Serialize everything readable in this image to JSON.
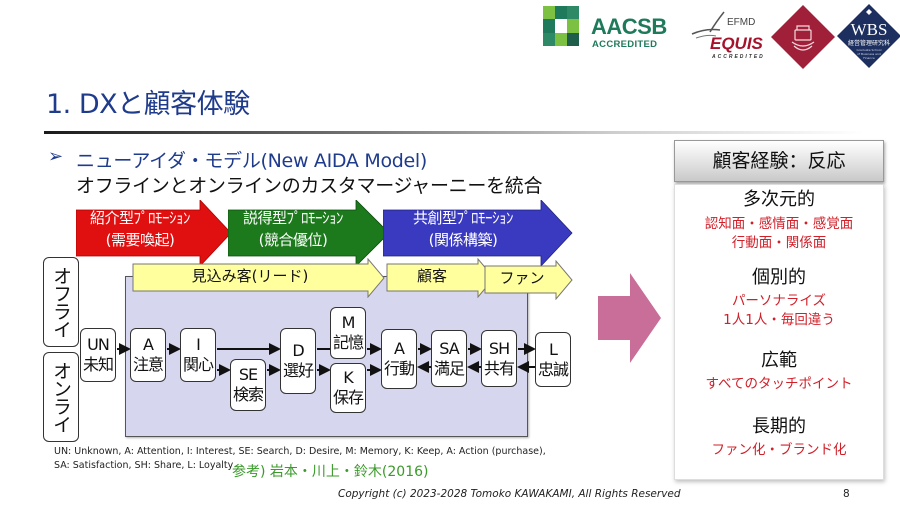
{
  "logos": {
    "aacsb": {
      "name": "AACSB",
      "sub": "ACCREDITED"
    },
    "equis": {
      "org": "EFMD",
      "name": "EQUIS",
      "sub": "ACCREDITED"
    },
    "waseda": {
      "name": "Waseda University crest"
    },
    "wbs": {
      "name": "WBS",
      "sub": "経営管理研究科",
      "sub2": "Graduate School of Business and Finance"
    }
  },
  "title": "1. DXと顧客体験",
  "bullet": {
    "marker": "➢",
    "heading": "ニューアイダ・モデル(New AIDA Model)",
    "subheading": "オフラインとオンラインのカスタマージャーニーを統合"
  },
  "promotions": [
    {
      "line1": "紹介型ﾌﾟﾛﾓｰｼｮﾝ",
      "line2": "(需要喚起)",
      "color": "#e01010"
    },
    {
      "line1": "説得型ﾌﾟﾛﾓｰｼｮﾝ",
      "line2": "(競合優位)",
      "color": "#1c7a1c"
    },
    {
      "line1": "共創型ﾌﾟﾛﾓｰｼｮﾝ",
      "line2": "(関係構築)",
      "color": "#3a3ac0"
    }
  ],
  "stages": [
    {
      "label": "見込み客(リード)"
    },
    {
      "label": "顧客"
    },
    {
      "label": "ファン"
    }
  ],
  "channels": {
    "offline": "オフライン",
    "online": "オンライン"
  },
  "nodes": {
    "un": {
      "code": "UN",
      "jp": "未知"
    },
    "a": {
      "code": "A",
      "jp": "注意"
    },
    "i": {
      "code": "I",
      "jp": "関心"
    },
    "se": {
      "code": "SE",
      "jp": "検索"
    },
    "d": {
      "code": "D",
      "jp": "選好"
    },
    "m": {
      "code": "M",
      "jp": "記憶"
    },
    "k": {
      "code": "K",
      "jp": "保存"
    },
    "act": {
      "code": "A",
      "jp": "行動"
    },
    "sa": {
      "code": "SA",
      "jp": "満足"
    },
    "sh": {
      "code": "SH",
      "jp": "共有"
    },
    "l": {
      "code": "L",
      "jp": "忠誠"
    }
  },
  "legend": "UN: Unknown, A: Attention, I: Interest, SE: Search, D: Desire, M: Memory, K: Keep, A: Action (purchase), SA: Satisfaction, SH: Share, L: Loyalty",
  "reference": "参考) 岩本・川上・鈴木(2016)",
  "panel": {
    "header": "顧客経験：反応",
    "items": [
      {
        "heading": "多次元的",
        "lines": [
          "認知面・感情面・感覚面",
          "行動面・関係面"
        ]
      },
      {
        "heading": "個別的",
        "lines": [
          "パーソナライズ",
          "1人1人・毎回違う"
        ]
      },
      {
        "heading": "広範",
        "lines": [
          "すべてのタッチポイント"
        ]
      },
      {
        "heading": "長期的",
        "lines": [
          "ファン化・ブランド化"
        ]
      }
    ]
  },
  "footer": {
    "copyright": "Copyright (c) 2023-2028 Tomoko KAWAKAMI, All Rights Reserved",
    "page": "8"
  },
  "colors": {
    "title": "#1f3b8c",
    "accent_red": "#d0202a",
    "reference_green": "#3a9a2a",
    "pink_arrow": "#c86e98",
    "lavender": "#d6d6ee",
    "yellow_arrow": "#ffff9e"
  }
}
